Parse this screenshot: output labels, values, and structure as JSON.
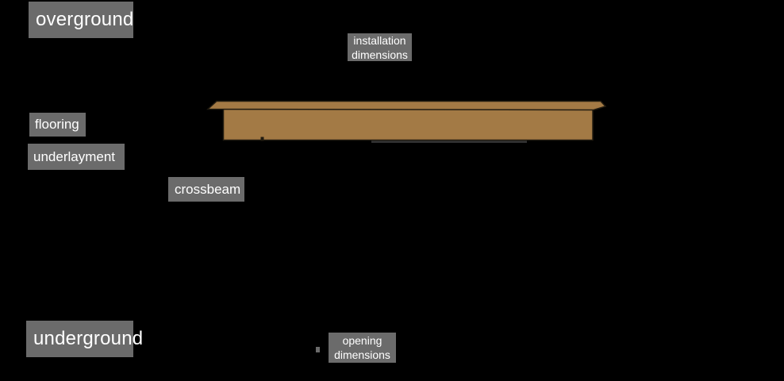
{
  "diagram": {
    "description": "cross-section diagram of a floor opening with crossbeam",
    "region_labels": {
      "overground": "overground",
      "underground": "underground"
    },
    "layer_labels": {
      "flooring": "flooring",
      "underlayment": "underlayment",
      "crossbeam": "crossbeam"
    },
    "dimension_labels": {
      "installation": {
        "line1": "installation",
        "line2": "dimensions"
      },
      "opening": {
        "line1": "opening",
        "line2": "dimensions"
      }
    }
  },
  "colors": {
    "background": "#000000",
    "label_bg": "#6b6b6b",
    "label_text": "#ffffff",
    "beam_fill": "#a37a45",
    "beam_outline": "#221c11",
    "beam_shadow": "#313131",
    "leader_dash": "#1f1f1f"
  }
}
